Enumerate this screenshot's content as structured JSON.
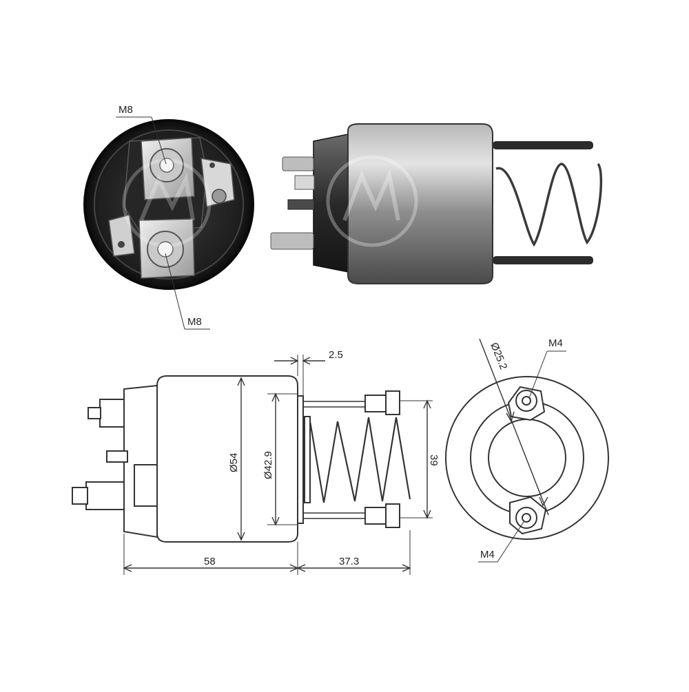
{
  "photos": {
    "end_view": {
      "label_top": "M8",
      "label_bottom": "M8"
    },
    "side_view": {}
  },
  "drawing": {
    "flange_thickness": "2.5",
    "body_diameter": "Ø54",
    "spring_seat_diameter": "Ø42.9",
    "body_length": "58",
    "spring_extension": "37.3",
    "stud_spacing": "39",
    "bolt_circle_diameter": "Ø25.2",
    "stud_thread_top": "M4",
    "stud_thread_bottom": "M4"
  },
  "colors": {
    "metal_dark": "#2f2f2f",
    "metal_mid": "#8a8a8a",
    "metal_light": "#d4d4d4",
    "line": "#333333"
  }
}
